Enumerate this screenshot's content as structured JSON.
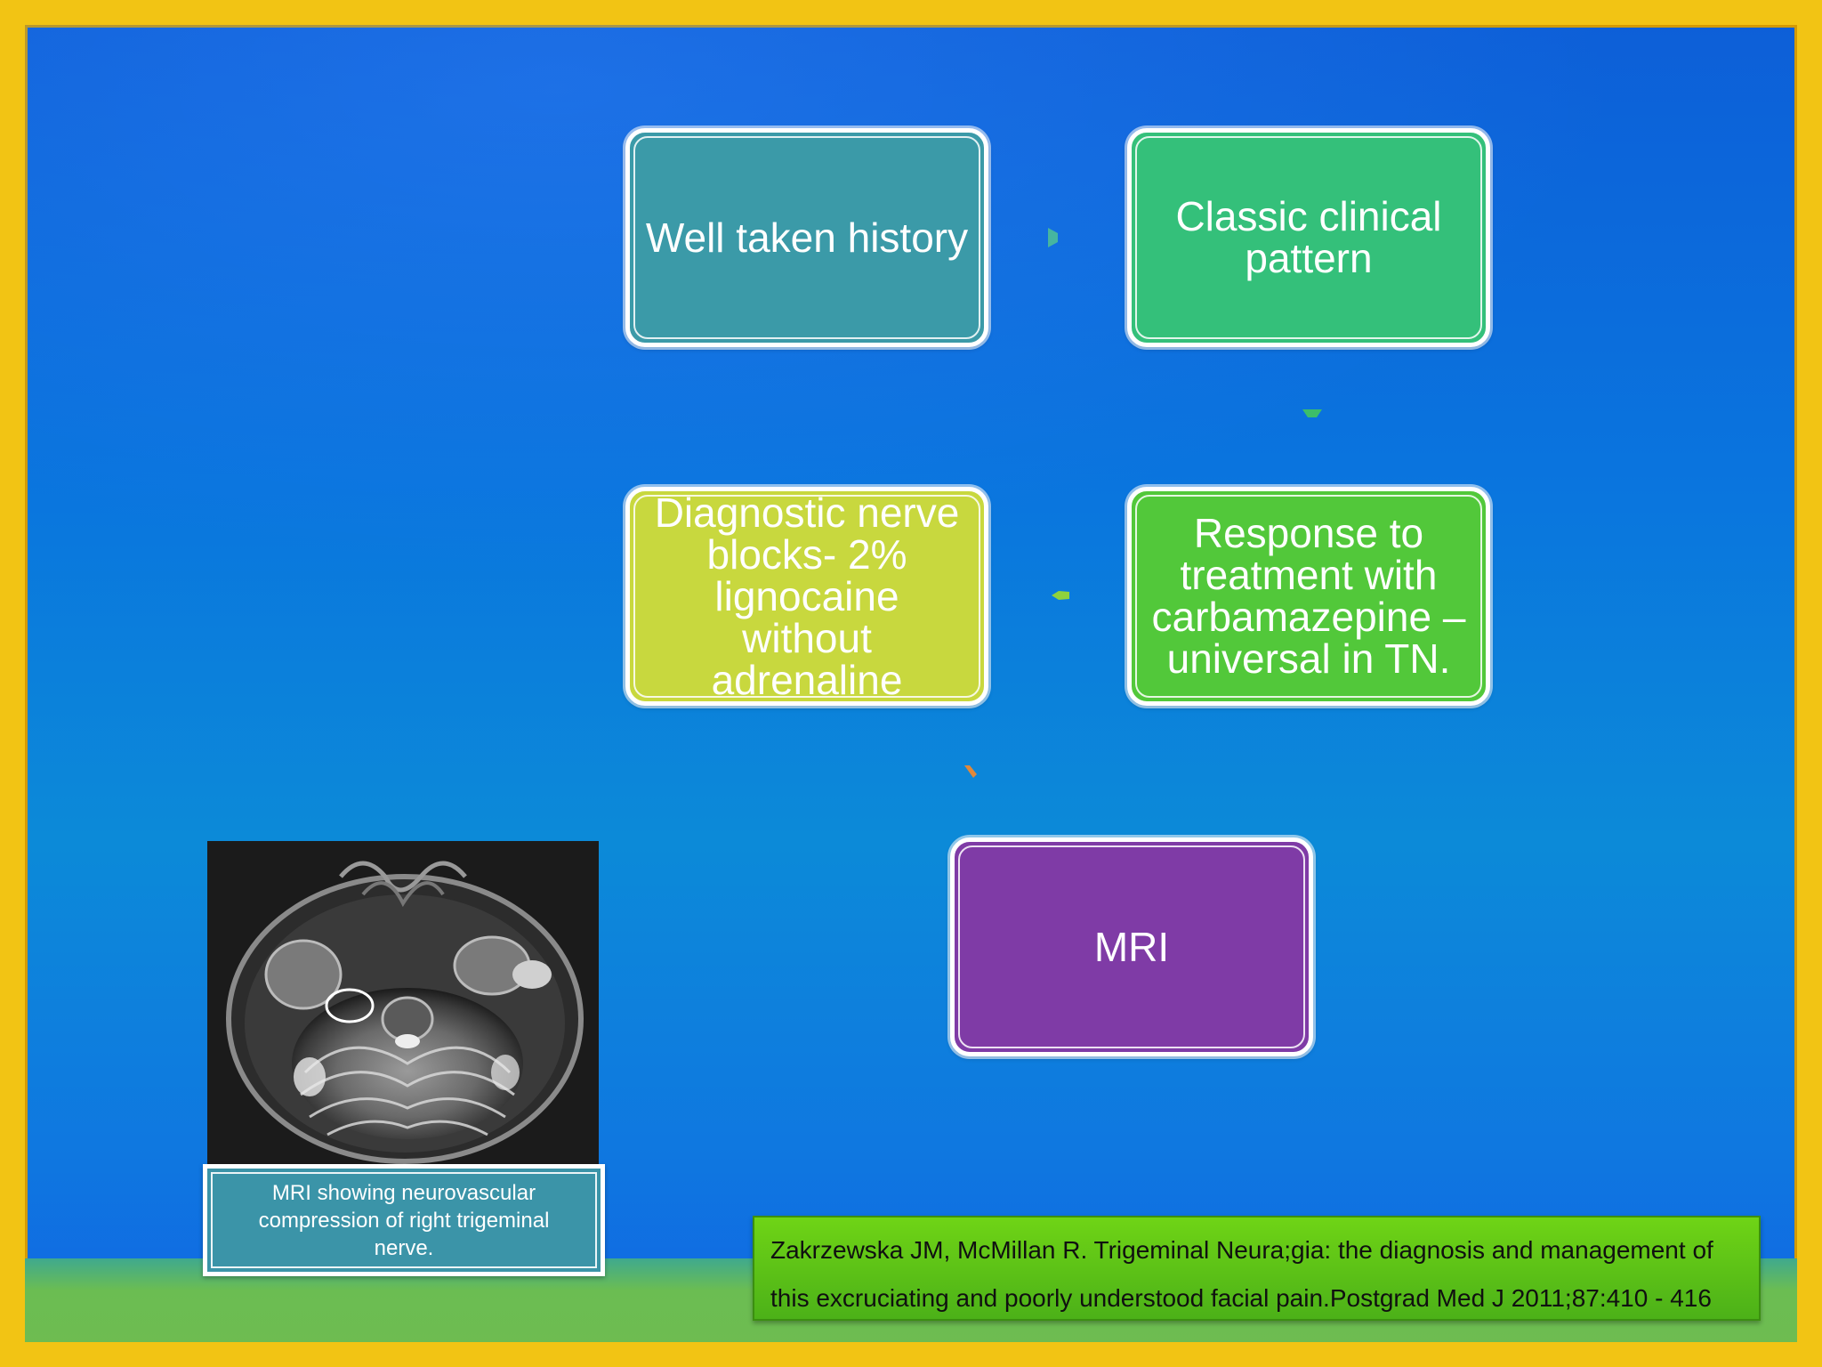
{
  "flow": {
    "history": "Well taken history",
    "pattern_line1": "Classic clinical",
    "pattern_line2": "pattern",
    "nerve_line1": "Diagnostic nerve",
    "nerve_line2": "blocks- 2%",
    "nerve_line3": "lignocaine",
    "nerve_line4": "without",
    "nerve_line5": "adrenaline",
    "response_line1": "Response to",
    "response_line2": "treatment with",
    "response_line3": "carbamazepine –",
    "response_line4": "universal in TN.",
    "mri": "MRI"
  },
  "image": {
    "caption": "MRI showing neurovascular compression of right trigeminal nerve."
  },
  "reference": {
    "text": "Zakrzewska JM, McMillan R. Trigeminal Neura;gia: the diagnosis and management of this excruciating and poorly understood facial pain.Postgrad Med J 2011;87:410 - 416"
  },
  "colors": {
    "history": "#3b9aa8",
    "pattern": "#34c07a",
    "nerve": "#c8d83e",
    "response": "#52c83a",
    "mri": "#7f3ba6",
    "frame": "#f2c414"
  }
}
